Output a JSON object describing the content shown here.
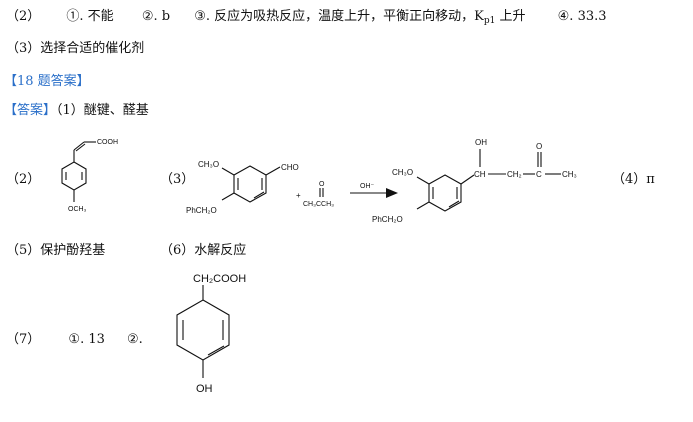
{
  "q2_line": {
    "num": "（2）",
    "a": "①. 不能",
    "b": "②. b",
    "c": "③. 反应为吸热反应，温度上升，平衡正向移动，K",
    "c_sub": "p1",
    "c_tail": "上升",
    "d": "④. 33.3"
  },
  "q3_line": "（3）选择合适的催化剂",
  "header18": "【18 题答案】",
  "ans1": {
    "tag": "【答案】",
    "text": "（1）醚键、醛基"
  },
  "row2": {
    "num2": "（2）",
    "num3": "（3）",
    "num4": "（4）π",
    "chem": {
      "cooh": "COOH",
      "och3_a": "OCH₃",
      "ch3o_top": "CH₃O",
      "cho": "CHO",
      "phch2o": "PhCH₂O",
      "plus": "+",
      "o": "O",
      "ch3cch3": "CH₃CCH₃",
      "oh_arrow": "OH⁻",
      "ch3o_prod": "CH₃O",
      "phch2o_prod": "PhCH₂O",
      "oh_top": "OH",
      "ch": "CH",
      "ch2": "CH₂",
      "c": "C",
      "ch3": "CH₃",
      "o_prod": "O"
    }
  },
  "ans5": "（5）保护酚羟基",
  "ans6": "（6）水解反应",
  "ans7": {
    "num": "（7）",
    "a": "①. 13",
    "b": "②.",
    "ch2cooh": "CH₂COOH",
    "oh": "OH"
  }
}
